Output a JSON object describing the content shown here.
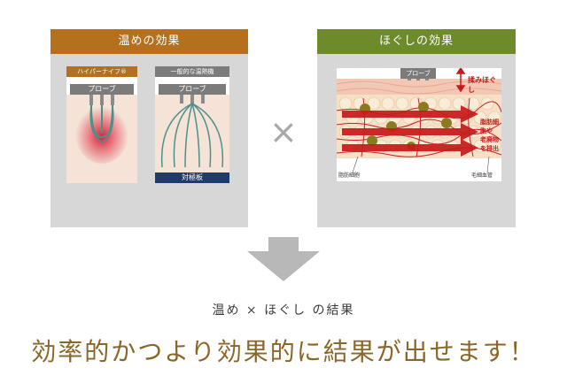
{
  "left_panel": {
    "title": "温めの効果",
    "hyper_knife_tag": "ハイパーナイフ®",
    "general_device_tag": "一般的な温熱機",
    "probe_label_1": "プローブ",
    "probe_label_2": "プローブ",
    "counter_plate_label": "対極板"
  },
  "operator": "×",
  "right_panel": {
    "title": "ほぐしの効果",
    "probe_label": "プローブ",
    "kneading_label": "揉みほぐし",
    "fat_cells_label_line1": "脂肪細胞や",
    "fat_cells_label_line2": "老廃物を排出",
    "adipose_label": "脂肪細胞",
    "capillary_label": "毛細血管"
  },
  "result": {
    "subtitle": "温め × ほぐし の結果",
    "headline": "効率的かつより効果的に結果が出せます！"
  },
  "colors": {
    "warm_header": "#b4701c",
    "release_header": "#6e8b2c",
    "headline": "#8a6728",
    "arrow": "#c51a1a"
  }
}
